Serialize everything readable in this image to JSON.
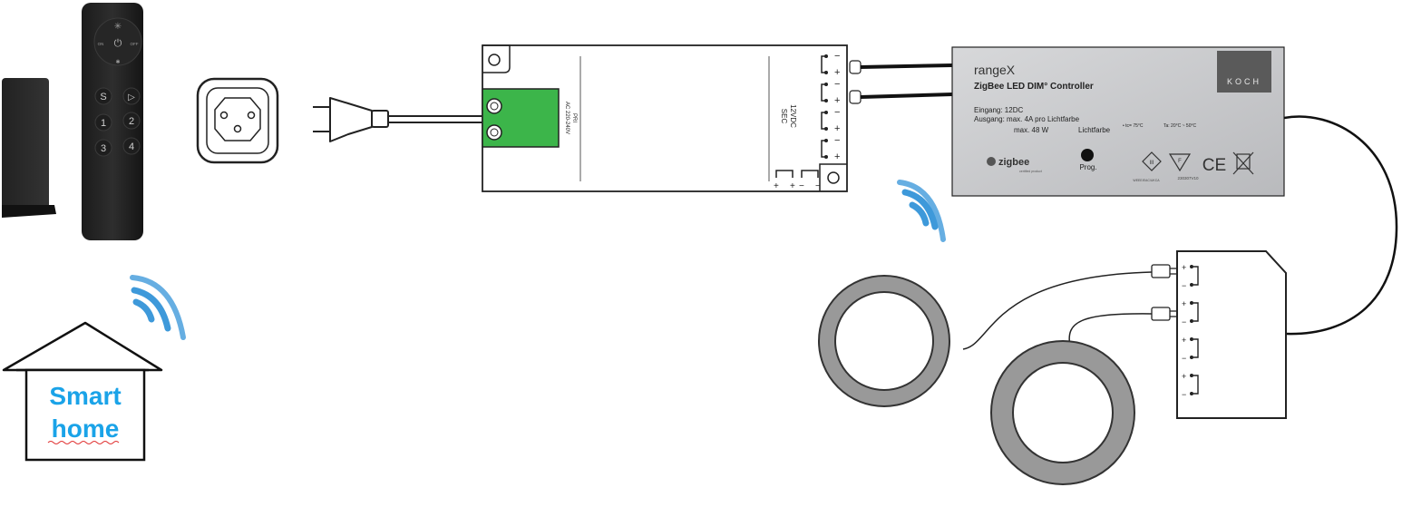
{
  "remote": {
    "buttons": {
      "on": "ON",
      "off": "OFF",
      "scene": "S",
      "play": "▷",
      "zone1": "1",
      "zone2": "2",
      "zone3": "3",
      "zone4": "4"
    }
  },
  "smart_home": {
    "line1": "Smart",
    "line2": "home",
    "text_color": "#1aa3e8"
  },
  "psu": {
    "sec_label": "SEC",
    "voltage": "12VDC",
    "pri_label": "PRI",
    "pri_voltage": "AC 220-240V",
    "terminal_color": "#3cb54a",
    "terminals_out": [
      {
        "minus": "−",
        "plus": "+"
      },
      {
        "minus": "−",
        "plus": "+"
      },
      {
        "minus": "−",
        "plus": "+"
      },
      {
        "minus": "−",
        "plus": "+"
      }
    ],
    "bottom_pins": [
      "+",
      "+",
      "−",
      "−"
    ]
  },
  "controller": {
    "brand": "rangeX",
    "title": "ZigBee LED DIM° Controller",
    "input_line": "Eingang: 12DC",
    "output_line": "Ausgang: max. 4A pro Lichtfarbe",
    "power_line": "max. 48 W",
    "power_suffix": "Lichtfarbe",
    "temp_a": "• tc= 75°C",
    "temp_b": "Ta: 20°C ~ 50°C",
    "prog_label": "Prog.",
    "zigbee": "zigbee",
    "zigbee_sub": "certified product",
    "logo": "KOCH",
    "ce": "CE",
    "serial": "230307V10",
    "cert_text": "WEEE/EAC/UKCA"
  },
  "distributor": {
    "pins": [
      "+",
      "−",
      "+",
      "−",
      "+",
      "−",
      "+",
      "−"
    ]
  },
  "colors": {
    "wifi_blue": "#2a8fd6",
    "ring_gray": "#999999",
    "panel_gray": "#c9cacc"
  }
}
